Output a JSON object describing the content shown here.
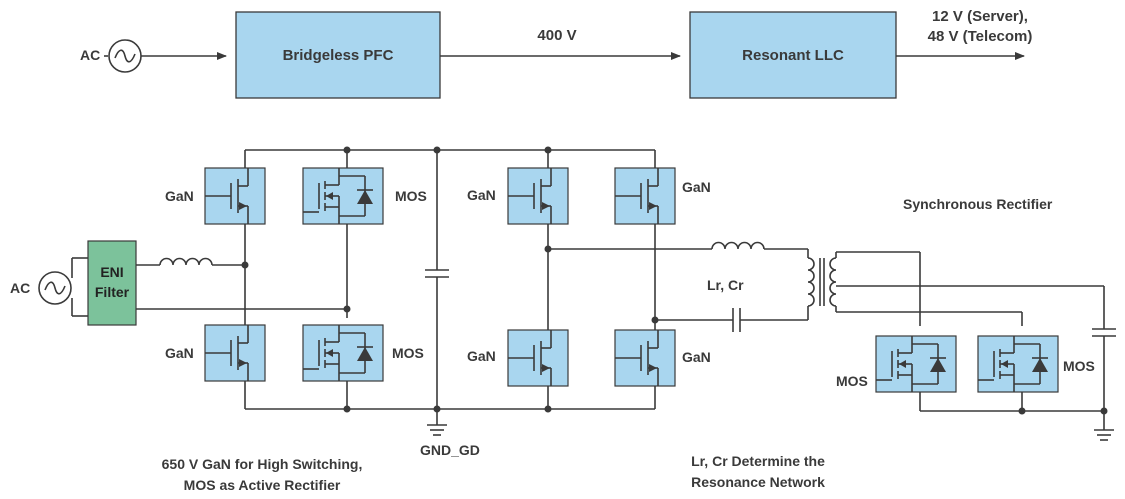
{
  "top_chain": {
    "ac_label": "AC",
    "pfc_label": "Bridgeless PFC",
    "bus_voltage": "400 V",
    "llc_label": "Resonant LLC",
    "output_line1": "12 V (Server),",
    "output_line2": "48 V (Telecom)"
  },
  "circuit": {
    "ac_label": "AC",
    "filter_line1": "ENI",
    "filter_line2": "Filter",
    "gan_label": "GaN",
    "mos_label": "MOS",
    "gnd_label": "GND_GD",
    "lrcr_label": "Lr, Cr",
    "sync_rect_label": "Synchronous Rectifier",
    "note_pfc_line1": "650 V GaN for High Switching,",
    "note_pfc_line2": "MOS as Active Rectifier",
    "note_llc_line1": "Lr, Cr Determine the",
    "note_llc_line2": "Resonance Network"
  },
  "colors": {
    "block_fill": "#a9d6ef",
    "filter_fill": "#7cc29b",
    "wire": "#3a3a3a"
  }
}
